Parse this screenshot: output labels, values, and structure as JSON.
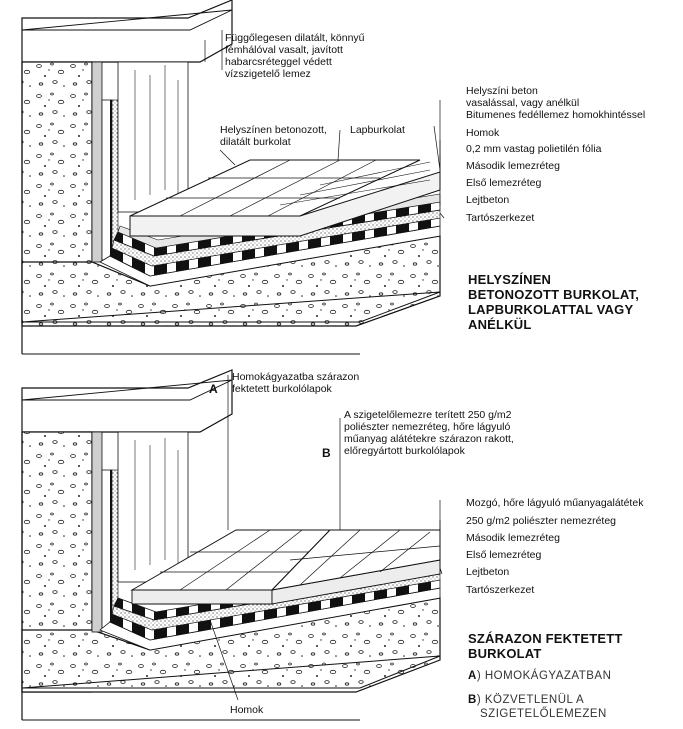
{
  "top": {
    "note_vertical": [
      "Függőlegesen dilatált, könnyű",
      "fémhálóval vasalt, javított",
      "habarcsréteggel védett",
      "vízszigetelő lemez"
    ],
    "note_dilated": [
      "Helyszínen betonozott,",
      "dilatált burkolat"
    ],
    "note_slab": "Lapburkolat",
    "layers": [
      "Helyszíni beton",
      "vasalással, vagy anélkül",
      "Bitumenes fedéllemez homokhintéssel",
      "Homok",
      "0,2 mm vastag polietilén fólia",
      "Második lemezréteg",
      "Első lemezréteg",
      "Lejtbeton",
      "Tartószerkezet"
    ],
    "caption": [
      "HELYSZÍNEN",
      "BETONOZOTT BURKOLAT,",
      "LAPBURKOLATTAL VAGY",
      "ANÉLKÜL"
    ]
  },
  "bottom": {
    "marker_a": "A",
    "marker_b": "B",
    "note_a": [
      "Homokágyazatba szárazon",
      "fektetett burkolólapok"
    ],
    "note_b": [
      "A szigetelőlemezre terített 250 g/m2",
      "poliészter nemezréteg, hőre lágyuló",
      "műanyag alátétekre szárazon rakott,",
      "előregyártott burkolólapok"
    ],
    "layers": [
      "Mozgó, hőre lágyuló műanyagalátétek",
      "250 g/m2 poliészter nemezréteg",
      "Második lemezréteg",
      "Első lemezréteg",
      "Lejtbeton",
      "Tartószerkezet"
    ],
    "note_sand": "Homok",
    "caption": [
      "SZÁRAZON FEKTETETT",
      "BURKOLAT"
    ],
    "option_a_letter": "A",
    "option_a_text": ") HOMOKÁGYAZATBAN",
    "option_b_letter": "B",
    "option_b_text": ") KÖZVETLENÜL A",
    "option_b_text2": "SZIGETELŐLEMEZEN"
  }
}
